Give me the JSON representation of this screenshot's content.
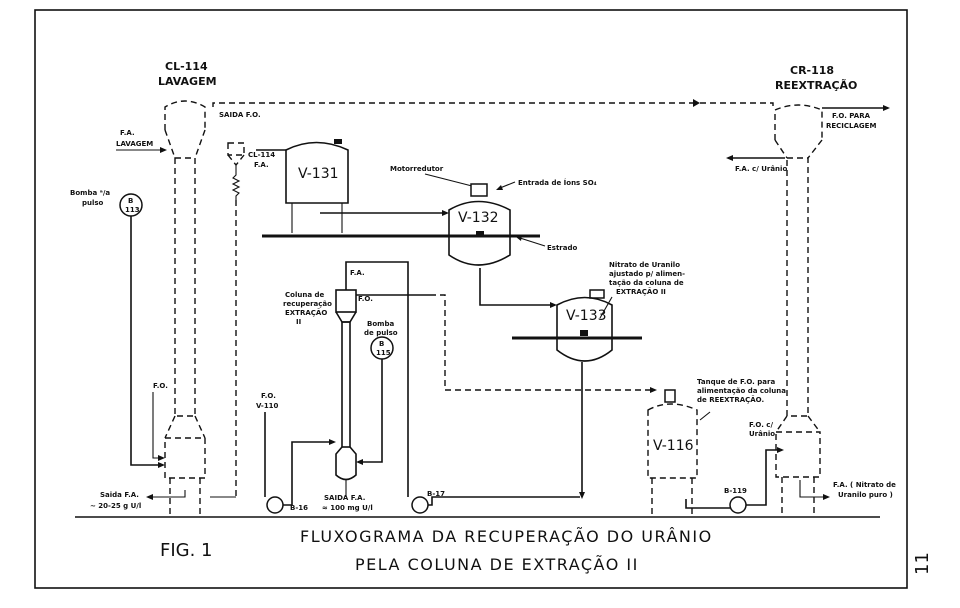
{
  "cl114": {
    "code": "CL-114",
    "name": "LAVAGEM"
  },
  "cr118": {
    "code": "CR-118",
    "name": "REEXTRAÇÃO"
  },
  "labels": {
    "saida_fo_top": "SAIDA F.O.",
    "fa_lavagem_1": "F.A.",
    "fa_lavagem_2": "LAVAGEM",
    "bomba_pulso_1_a": "Bomba ᵃ/a",
    "bomba_pulso_1_b": "pulso",
    "cl114_fa_1": "CL-114",
    "cl114_fa_2": "F.A.",
    "motorredutor": "Motorredutor",
    "entrada_ions": "Entrada de Íons SO₄",
    "estrado": "Estrado",
    "nitrato_1": "Nitrato de Uranilo",
    "nitrato_2": "ajustado p/ alimen-",
    "nitrato_3": "tação da coluna de",
    "nitrato_4": "EXTRAÇÃO II",
    "fo_reciclagem_1": "F.O. PARA",
    "fo_reciclagem_2": "RECICLAGEM",
    "fa_uranio": "F.A. c/ Urânio",
    "fa_small": "F.A.",
    "fo_small": "F.O.",
    "coluna_rec_1": "Coluna de",
    "coluna_rec_2": "recuperação",
    "coluna_rec_3": "EXTRAÇÃO",
    "coluna_rec_4": "II",
    "bomba_pulso_2_a": "Bomba",
    "bomba_pulso_2_b": "de pulso",
    "fo_left": "F.O.",
    "fo_v110_1": "F.O.",
    "fo_v110_2": "V-110",
    "tanque_1": "Tanque de F.O. para",
    "tanque_2": "alimentação da coluna",
    "tanque_3": "de REEXTRAÇÃO.",
    "fo_uranio_1": "F.O. c/",
    "fo_uranio_2": "Urânio",
    "fa_nitrato_1": "F.A. ( Nitrato de",
    "fa_nitrato_2": "Uranilo puro )",
    "saida_fa_1": "Saida F.A.",
    "saida_fa_2": "~ 20-25 g U/l",
    "saida_fa_mid_1": "SAIDA F.A.",
    "saida_fa_mid_2": "≈ 100 mg U/l",
    "fig": "FIG. 1",
    "title_1": "FLUXOGRAMA DA RECUPERAÇÃO DO URÂNIO",
    "title_2": "PELA COLUNA DE EXTRAÇÃO II",
    "page_number": "11"
  },
  "vessels": {
    "v131": "V-131",
    "v132": "V-132",
    "v133": "V-133",
    "v116": "V-116"
  },
  "pumps": {
    "b113_a": "B",
    "b113_b": "113",
    "b115_a": "B",
    "b115_b": "115",
    "b16": "B-16",
    "b17": "B-17",
    "b119": "B-119"
  }
}
